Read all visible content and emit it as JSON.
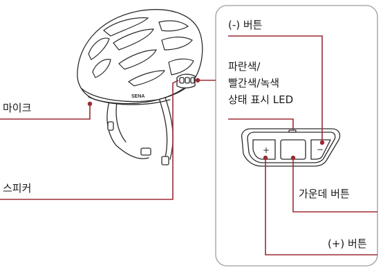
{
  "labels": {
    "minus_button": "(-) 버튼",
    "led_line1": "파란색/",
    "led_line2": "빨간색/녹색",
    "led_line3": "상태 표시 LED",
    "microphone": "마이크",
    "speaker": "스피커",
    "center_button": "가운데 버튼",
    "plus_button": "(+) 버튼"
  },
  "brand_text": "SENA",
  "button_symbols": {
    "plus": "+",
    "minus": "−"
  },
  "colors": {
    "leader_line": "#9b2a33",
    "panel_border": "#9c9c9c",
    "ink": "#2a2a2a"
  }
}
